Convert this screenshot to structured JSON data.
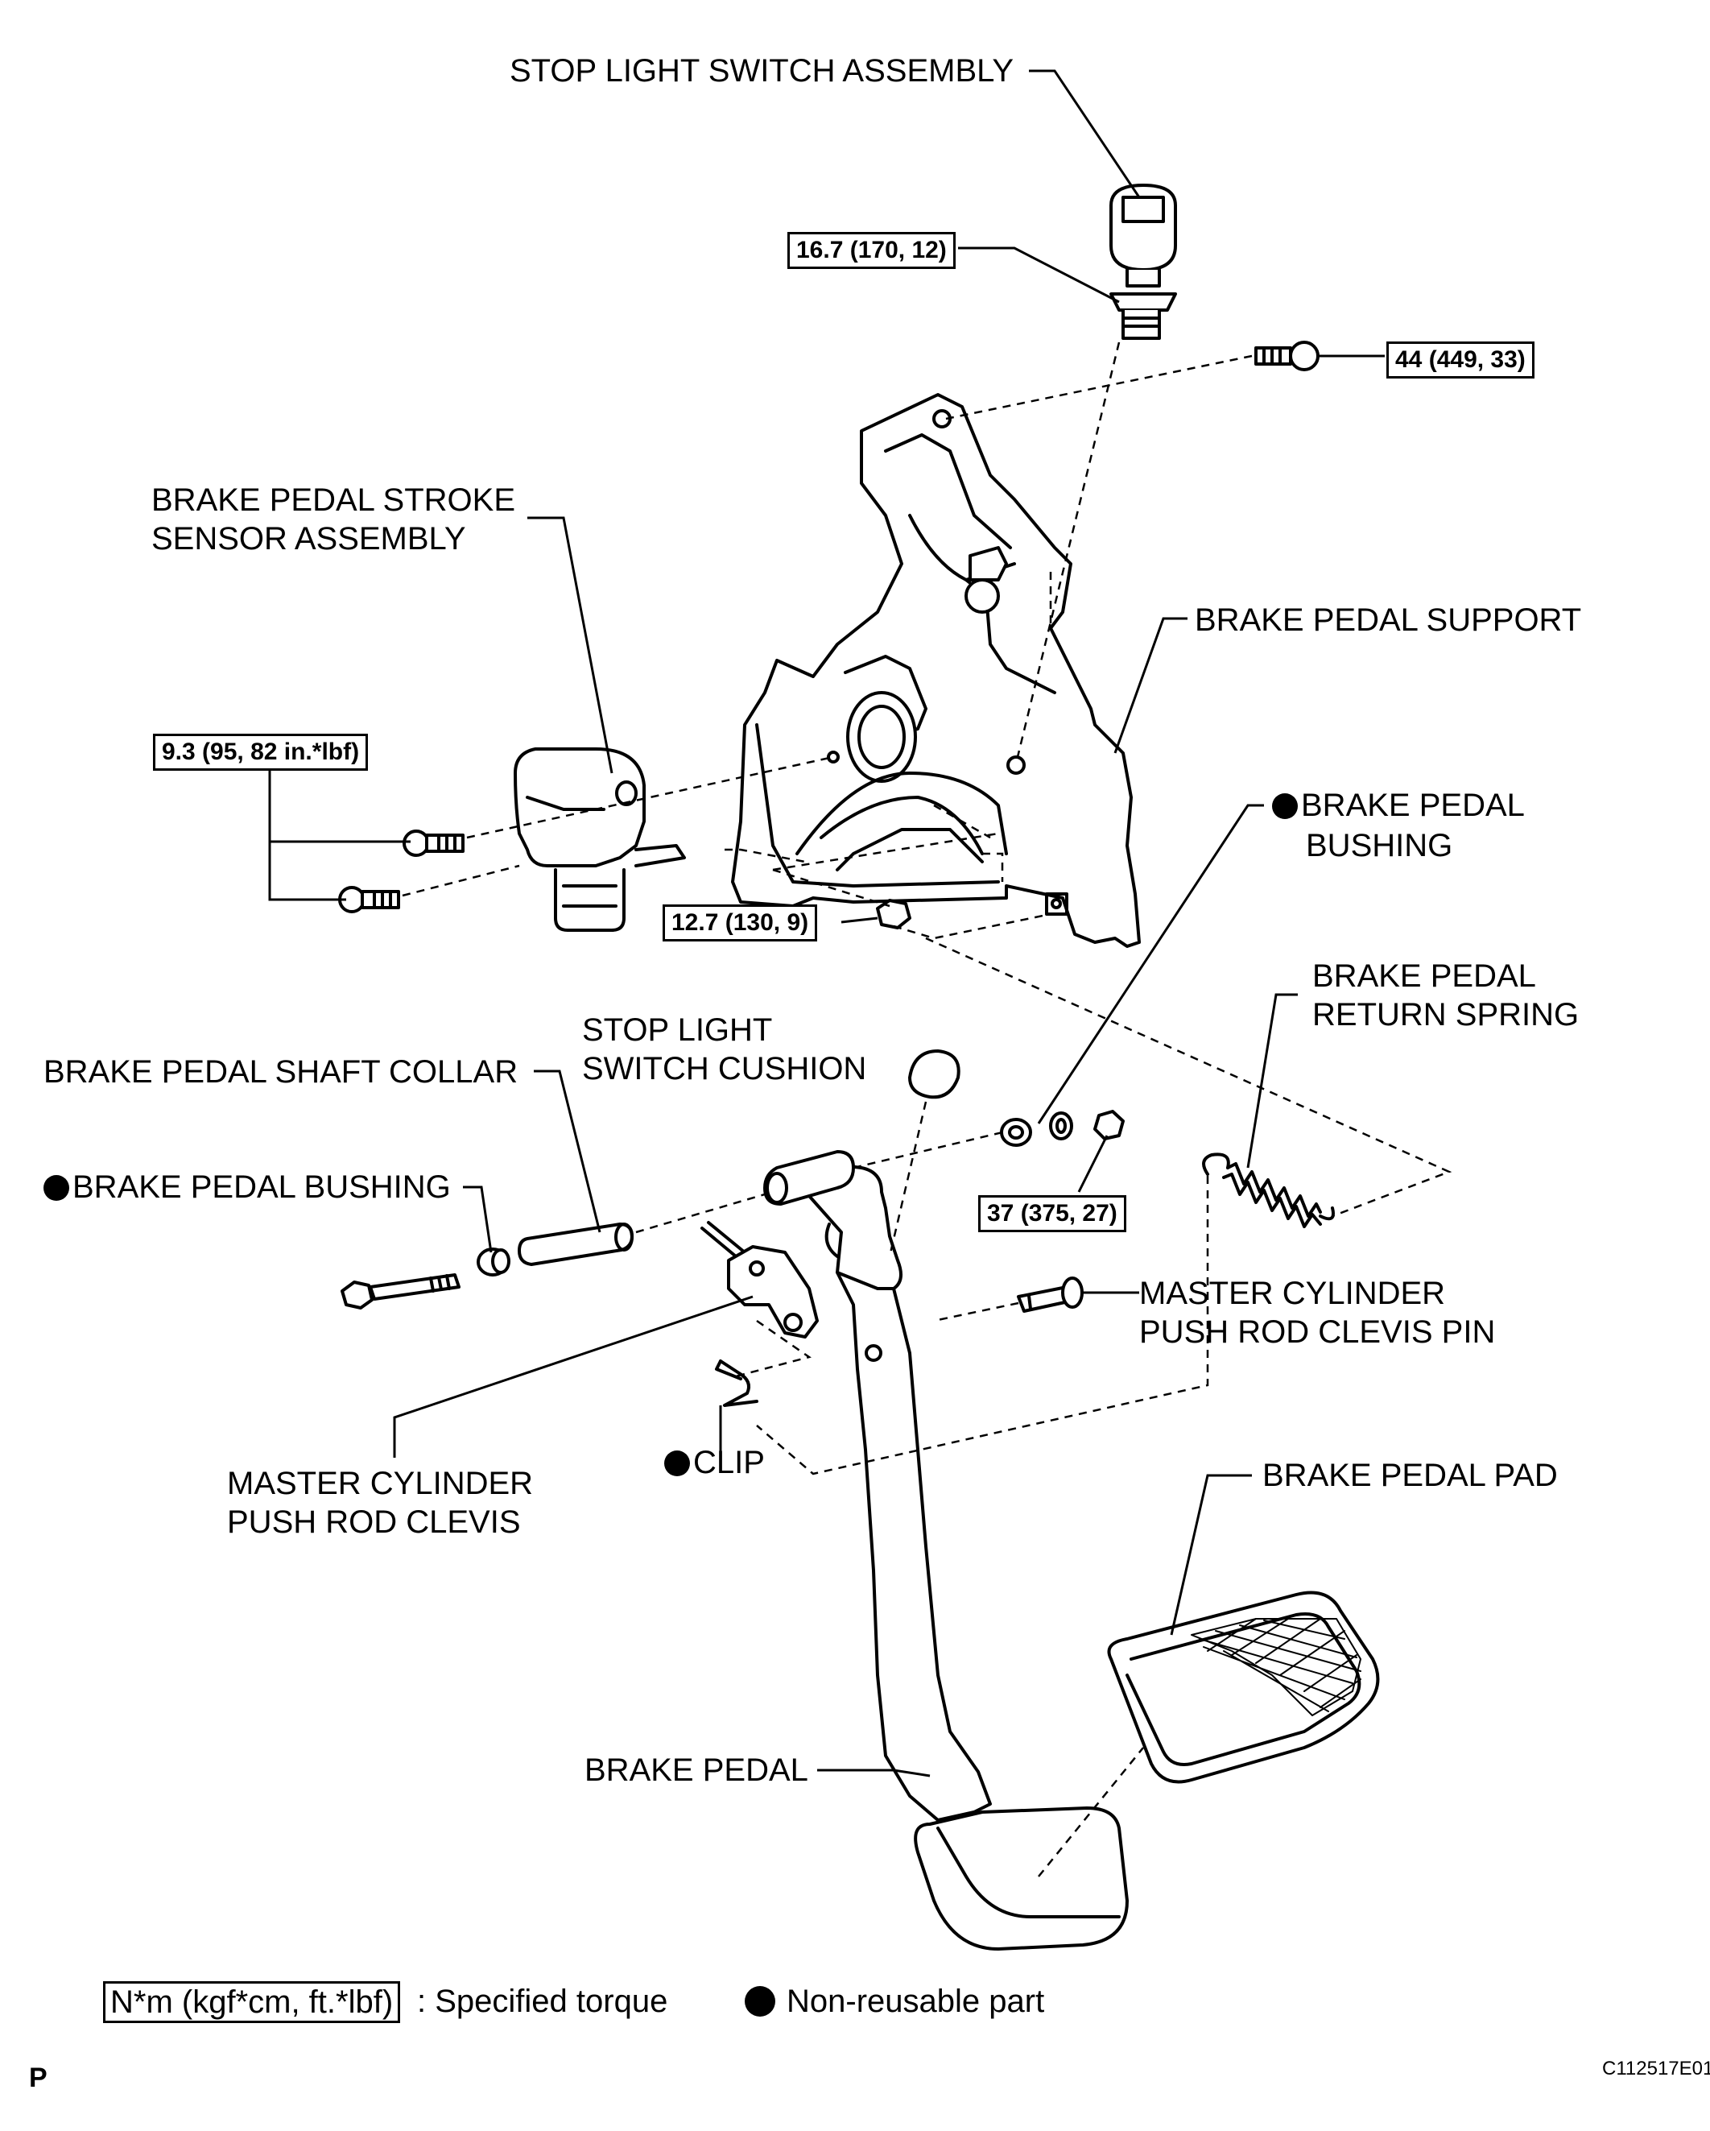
{
  "labels": {
    "stop_light_switch_assembly": "STOP LIGHT SWITCH ASSEMBLY",
    "brake_pedal_stroke_sensor_line1": "BRAKE PEDAL STROKE",
    "brake_pedal_stroke_sensor_line2": "SENSOR ASSEMBLY",
    "brake_pedal_support": "BRAKE PEDAL SUPPORT",
    "brake_pedal_bushing_upper_line1": "BRAKE PEDAL",
    "brake_pedal_bushing_upper_line2": "BUSHING",
    "brake_pedal_return_spring_line1": "BRAKE PEDAL",
    "brake_pedal_return_spring_line2": "RETURN SPRING",
    "stop_light_switch_cushion_line1": "STOP LIGHT",
    "stop_light_switch_cushion_line2": "SWITCH CUSHION",
    "brake_pedal_shaft_collar": "BRAKE PEDAL SHAFT COLLAR",
    "brake_pedal_bushing_left": "BRAKE PEDAL BUSHING",
    "master_cylinder_push_rod_clevis_pin_line1": "MASTER CYLINDER",
    "master_cylinder_push_rod_clevis_pin_line2": "PUSH ROD CLEVIS PIN",
    "clip": "CLIP",
    "master_cylinder_push_rod_clevis_line1": "MASTER CYLINDER",
    "master_cylinder_push_rod_clevis_line2": "PUSH ROD CLEVIS",
    "brake_pedal_pad": "BRAKE PEDAL PAD",
    "brake_pedal": "BRAKE PEDAL"
  },
  "torques": {
    "stop_light_switch": "16.7 (170, 12)",
    "support_bolt": "44 (449, 33)",
    "stroke_sensor_bolts": "9.3 (95, 82 in.*lbf)",
    "support_nut": "12.7 (130, 9)",
    "pivot_nut": "37 (375, 27)"
  },
  "legend": {
    "torque_units": "N*m (kgf*cm, ft.*lbf)",
    "torque_desc": ": Specified torque",
    "nonreusable_desc": "Non-reusable part"
  },
  "footer": {
    "corner_letter": "P",
    "figure_code": "C112517E01"
  }
}
